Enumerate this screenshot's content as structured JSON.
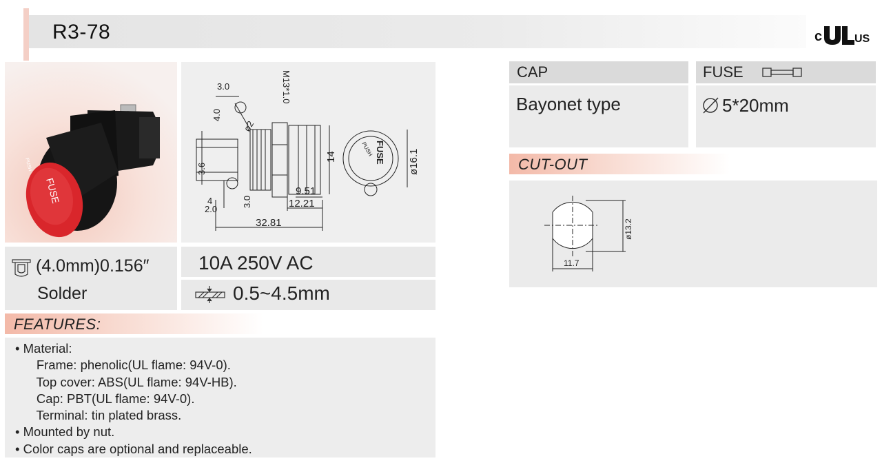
{
  "header": {
    "model": "R3-78",
    "cert_logo_left": "c",
    "cert_logo_right": "US"
  },
  "photo": {
    "cap_label": "FUSE",
    "cap_sublabel": "PUSH"
  },
  "drawing": {
    "thread": "M13*1.0",
    "dim_top_width": "3.0",
    "dim_top_height": "4.0",
    "dim_hole": "ø2",
    "dim_left": "3.6",
    "dim_bottom_4": "4",
    "dim_bottom_2": "2.0",
    "dim_bottom_3": "3.0",
    "dim_body": "9.51",
    "dim_nut": "12.21",
    "dim_total": "32.81",
    "dim_height": "14",
    "dim_diameter": "ø16.1",
    "cap_text": "FUSE",
    "cap_subtext": "PUSH"
  },
  "terminal": {
    "size": "(4.0mm)0.156″",
    "type": "Solder"
  },
  "rating": "10A 250V AC",
  "panel_thickness": "0.5~4.5mm",
  "features": {
    "title": "FEATURES:",
    "lines": [
      "• Material:",
      "      Frame: phenolic(UL flame: 94V-0).",
      "      Top cover: ABS(UL flame: 94V-HB).",
      "      Cap: PBT(UL flame: 94V-0).",
      "      Terminal: tin plated brass.",
      "• Mounted by nut.",
      "• Color caps are optional and replaceable."
    ]
  },
  "cap": {
    "label": "CAP",
    "value": "Bayonet type"
  },
  "fuse": {
    "label": "FUSE",
    "value": "5*20mm"
  },
  "cutout": {
    "title": "CUT-OUT",
    "width": "11.7",
    "diameter": "ø13.2"
  },
  "colors": {
    "accent_pink": "#f3b9a8",
    "cap_red": "#d9262b",
    "body_black": "#1a1a1a"
  }
}
